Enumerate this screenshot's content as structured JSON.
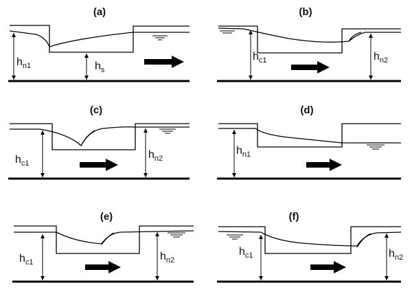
{
  "panels": [
    {
      "id": "a",
      "title": "(a)",
      "labels": [
        {
          "main": "h",
          "sub": "n1"
        },
        {
          "main": "h",
          "sub": "s"
        }
      ]
    },
    {
      "id": "b",
      "title": "(b)",
      "labels": [
        {
          "main": "h",
          "sub": "c1"
        },
        {
          "main": "h",
          "sub": "n2"
        }
      ]
    },
    {
      "id": "c",
      "title": "(c)",
      "labels": [
        {
          "main": "h",
          "sub": "c1"
        },
        {
          "main": "h",
          "sub": "n2"
        }
      ]
    },
    {
      "id": "d",
      "title": "(d)",
      "labels": [
        {
          "main": "h",
          "sub": "n1"
        }
      ]
    },
    {
      "id": "e",
      "title": "(e)",
      "labels": [
        {
          "main": "h",
          "sub": "c1"
        },
        {
          "main": "h",
          "sub": "n2"
        }
      ]
    },
    {
      "id": "f",
      "title": "(f)",
      "labels": [
        {
          "main": "h",
          "sub": "c1"
        },
        {
          "main": "h",
          "sub": "n2"
        }
      ]
    }
  ]
}
